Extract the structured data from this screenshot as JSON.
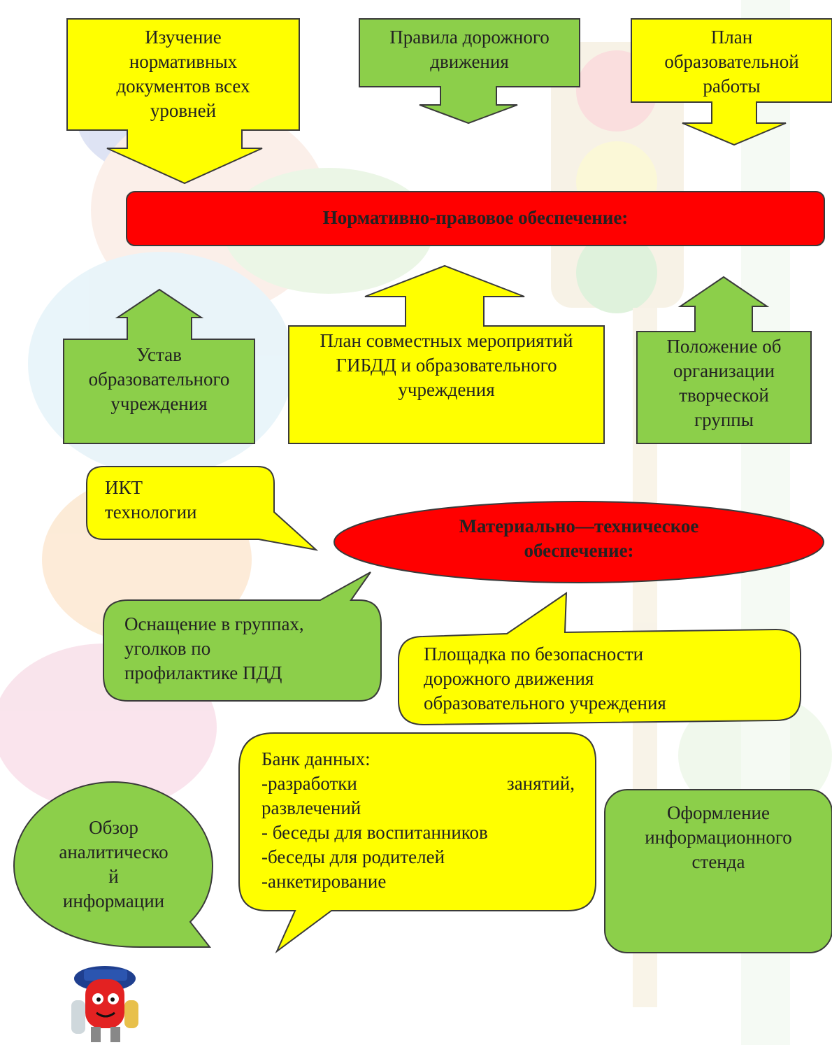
{
  "colors": {
    "yellow": "#ffff00",
    "green": "#8ccf4a",
    "red": "#ff0000",
    "outline": "#3a3a3a"
  },
  "top": {
    "box1": {
      "line1": "Изучение",
      "line2": "нормативных",
      "line3": "документов всех",
      "line4": "уровней"
    },
    "box2": {
      "line1": "Правила дорожного",
      "line2": "движения"
    },
    "box3": {
      "line1": "План",
      "line2": "образовательной",
      "line3": "работы"
    }
  },
  "legal_header": "Нормативно-правовое обеспечение:",
  "middle": {
    "charter": {
      "line1": "Устав",
      "line2": "образовательного",
      "line3": "учреждения"
    },
    "joint_plan": {
      "line1": "План совместных мероприятий",
      "line2": "ГИБДД и образовательного",
      "line3": "учреждения"
    },
    "regulation": {
      "line1": "Положение об",
      "line2": "организации",
      "line3": "творческой",
      "line4": "группы"
    }
  },
  "ict": {
    "line1": "ИКТ",
    "line2": "технологии"
  },
  "material_header": {
    "line1": "Материально—техническое",
    "line2": "обеспечение:"
  },
  "equipment": {
    "line1": "Оснащение в группах,",
    "line2": "уголков по",
    "line3": "профилактике ПДД"
  },
  "playground": {
    "line1": "Площадка по безопасности",
    "line2": "дорожного движения",
    "line3": "образовательного учреждения"
  },
  "databank": {
    "line1": "Банк данных:",
    "line2a": "-разработки",
    "line2b": "занятий,",
    "line3": "развлечений",
    "line4": "- беседы для воспитанников",
    "line5": "-беседы для родителей",
    "line6": "-анкетирование"
  },
  "review": {
    "line1": "Обзор",
    "line2": "аналитическо",
    "line3": "й",
    "line4": "информации"
  },
  "stand": {
    "line1": "Оформление",
    "line2": "информационного",
    "line3": "стенда"
  },
  "icons": {
    "mascot": "traffic-light-policeman-mascot-icon"
  }
}
